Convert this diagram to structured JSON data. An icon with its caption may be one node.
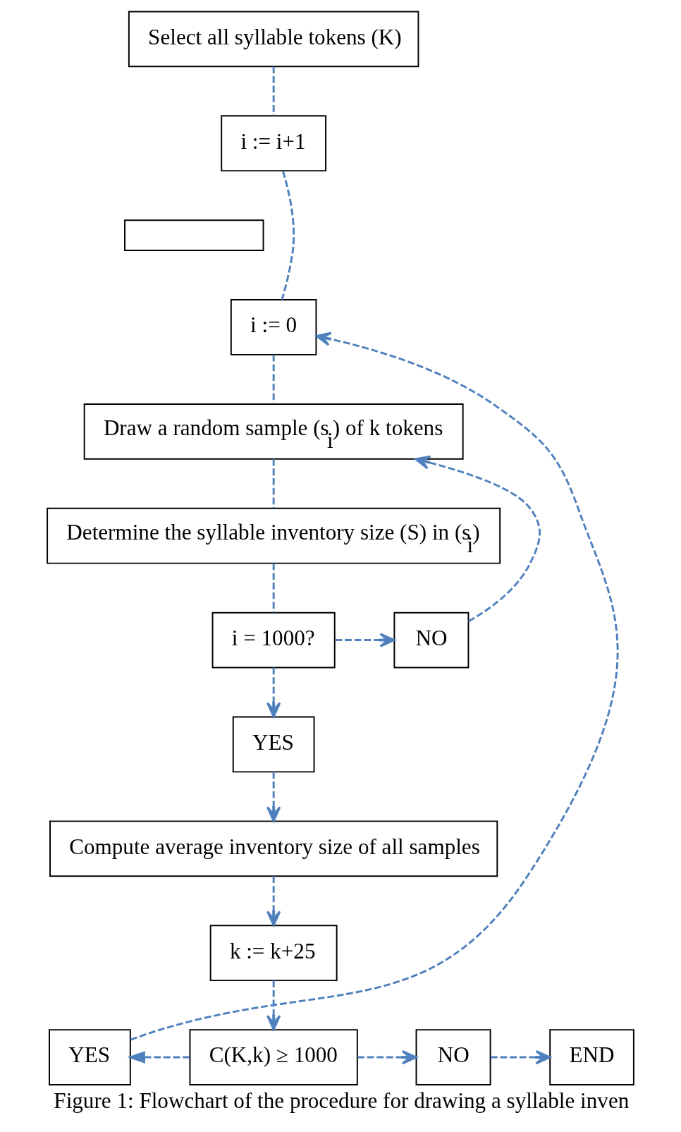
{
  "diagram": {
    "caption": "Figure 1: Flowchart of the procedure for drawing a syllable inven",
    "nodes": [
      {
        "text": [
          "Select all syllable tokens (K)"
        ]
      },
      {
        "text": [
          "i := i+1"
        ]
      },
      {
        "text": [],
        "shape": "box"
      },
      {
        "text": [
          "i := 0"
        ]
      },
      {
        "text": [
          "Draw a random sample (s$_{i}$) of k tokens"
        ]
      },
      {
        "text": [
          "Determine the syllable inventory size (S) in (s$_{i}$)"
        ]
      },
      {
        "text": [
          "i = 1000?"
        ]
      },
      {
        "text": [
          "NO"
        ]
      },
      {
        "text": [
          "YES"
        ]
      },
      {
        "text": [
          "Compute average inventory size of all samples"
        ]
      },
      {
        "text": [
          "k := k+25"
        ]
      },
      {
        "text": [
          "C(K,k) ≥ 1000"
        ]
      },
      {
        "text": [
          "YES"
        ]
      },
      {
        "text": [
          "NO"
        ]
      },
      {
        "text": [
          "END"
        ]
      }
    ],
    "edges": [
      {
        "from": 0,
        "to": 1,
        "arrow": "none",
        "style": "dashed"
      },
      {
        "from": 1,
        "to": 3,
        "arrow": "none",
        "style": "dashed"
      },
      {
        "from": 3,
        "to": 4,
        "arrow": "none",
        "style": "dashed"
      },
      {
        "from": 4,
        "to": 5,
        "arrow": "none",
        "style": "dashed"
      },
      {
        "from": 5,
        "to": 6,
        "arrow": "none",
        "style": "dashed"
      },
      {
        "from": 6,
        "to": 7,
        "arrow": "to",
        "style": "dashed"
      },
      {
        "from": 6,
        "to": 8,
        "arrow": "to",
        "style": "dashed"
      },
      {
        "from": 8,
        "to": 9,
        "arrow": "to",
        "style": "dashed"
      },
      {
        "from": 9,
        "to": 10,
        "arrow": "to",
        "style": "dashed"
      },
      {
        "from": 10,
        "to": 11,
        "arrow": "to",
        "style": "dashed"
      },
      {
        "from": 11,
        "to": 12,
        "arrow": "to",
        "style": "dashed"
      },
      {
        "from": 11,
        "to": 13,
        "arrow": "to",
        "style": "dashed"
      },
      {
        "from": 13,
        "to": 14,
        "arrow": "to",
        "style": "dashed"
      },
      {
        "from": 7,
        "to": 4,
        "arrow": "to",
        "style": "dashed"
      },
      {
        "from": 12,
        "to": 3,
        "arrow": "to",
        "style": "dashed"
      }
    ]
  }
}
